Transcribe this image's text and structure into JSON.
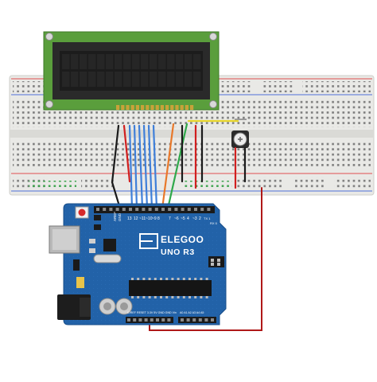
{
  "diagram": {
    "board": {
      "brand": "ELEGOO",
      "model": "UNO R3",
      "header_labels": {
        "gnd": "GND",
        "aref": "AREF",
        "d13": "13",
        "d12": "12",
        "d11": "~11",
        "d10": "~10",
        "d9": "~9",
        "d8": "8",
        "d7": "7",
        "d6": "~6",
        "d5": "~5",
        "d4": "4",
        "d3": "~3",
        "d2": "2",
        "tx": "TX 1",
        "rx": "RX 0",
        "power_row": "IOREF RESET 3.3V 5V GND GND Vin",
        "analog_row": "A0 A1 A2 A3 A4 A5"
      }
    },
    "components": [
      "16x2 LCD display",
      "potentiometer",
      "breadboard",
      "Arduino UNO R3"
    ],
    "wire_colors": {
      "black": "#1a1a1a",
      "red": "#d11f1f",
      "blue": "#3f7fd9",
      "orange": "#e8782a",
      "green": "#2fa84a",
      "yellow": "#e8d62a",
      "dark_red": "#b01818"
    },
    "colors": {
      "breadboard": "#e9e9e6",
      "lcd_pcb": "#5a9e3c",
      "lcd_screen": "#1c1c1c",
      "board_pcb": "#2262a8",
      "rail_red": "#e05050",
      "rail_blue": "#5070d8"
    }
  }
}
